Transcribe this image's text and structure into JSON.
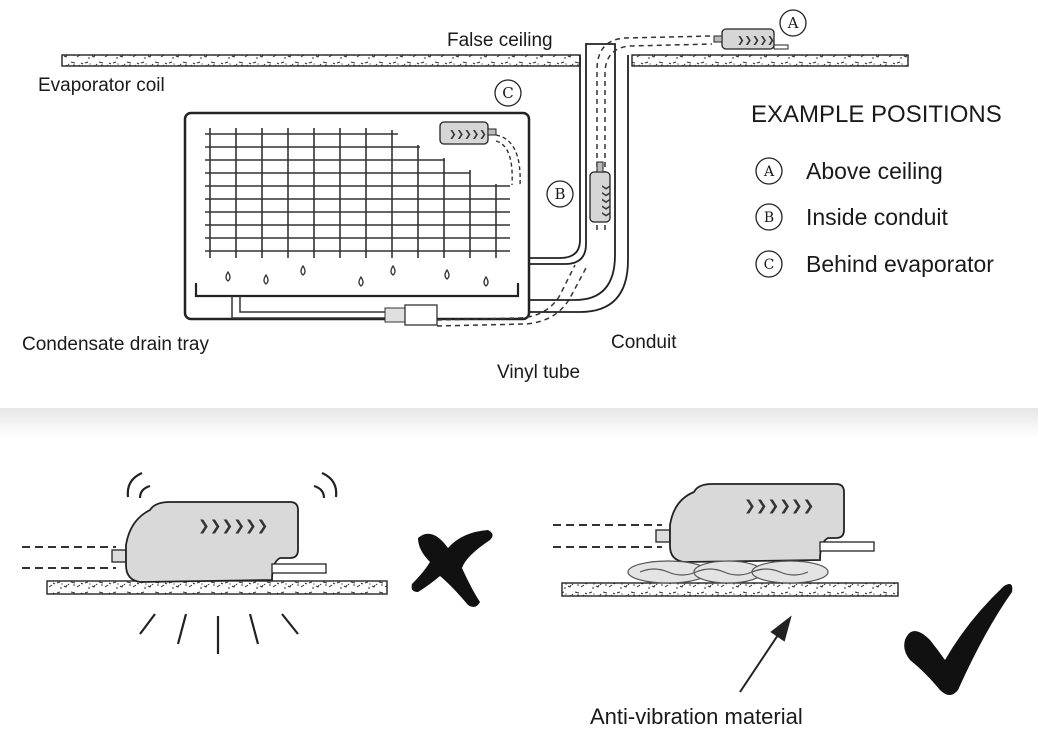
{
  "labels": {
    "false_ceiling": "False ceiling",
    "evaporator_coil": "Evaporator coil",
    "condensate_drain_tray": "Condensate drain tray",
    "vinyl_tube": "Vinyl tube",
    "conduit": "Conduit",
    "anti_vibration": "Anti-vibration material"
  },
  "positions": {
    "title": "EXAMPLE POSITIONS",
    "items": [
      {
        "letter": "A",
        "label": "Above ceiling"
      },
      {
        "letter": "B",
        "label": "Inside conduit"
      },
      {
        "letter": "C",
        "label": "Behind evaporator"
      }
    ]
  },
  "markers": {
    "a": "A",
    "b": "B",
    "c": "C"
  },
  "pump_chevrons": "❯❯❯❯❯❯",
  "pump_chevrons_small": "❯❯❯❯❯"
}
